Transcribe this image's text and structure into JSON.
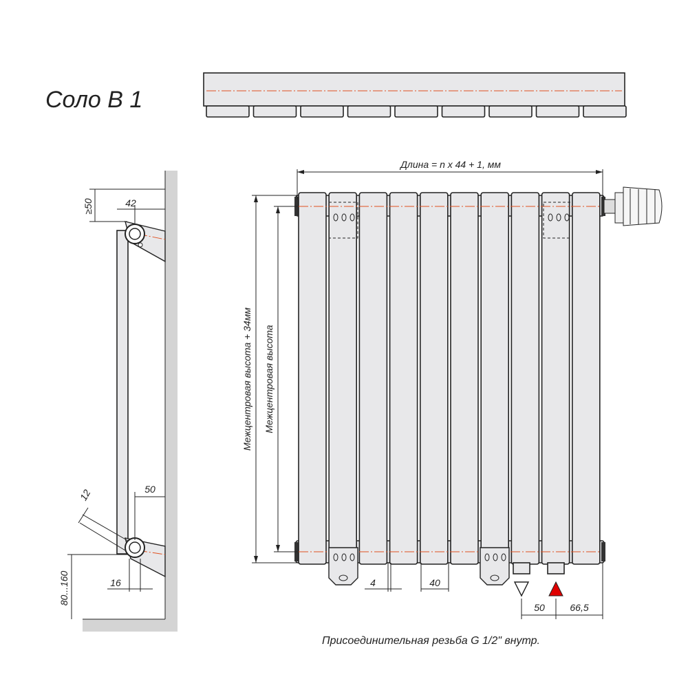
{
  "title": "Соло В 1",
  "labels": {
    "length": "Длина = n x 44 + 1, мм",
    "height_plus": "Межцентровая высота + 34мм",
    "height": "Межцентровая высота",
    "min_top": "≥50",
    "side_42": "42",
    "side_12": "12",
    "side_50": "50",
    "side_16": "16",
    "side_80_160": "80...160",
    "dim_4": "4",
    "dim_40": "40",
    "dim_50": "50",
    "dim_66_5": "66,5",
    "thread_note": "Присоединительная резьба G 1/2\" внутр."
  },
  "colors": {
    "outline": "#222222",
    "panel_fill": "#e8e8ea",
    "wall": "#d4d4d4",
    "centerline": "#e05020",
    "supply_arrow": "#e00000"
  }
}
